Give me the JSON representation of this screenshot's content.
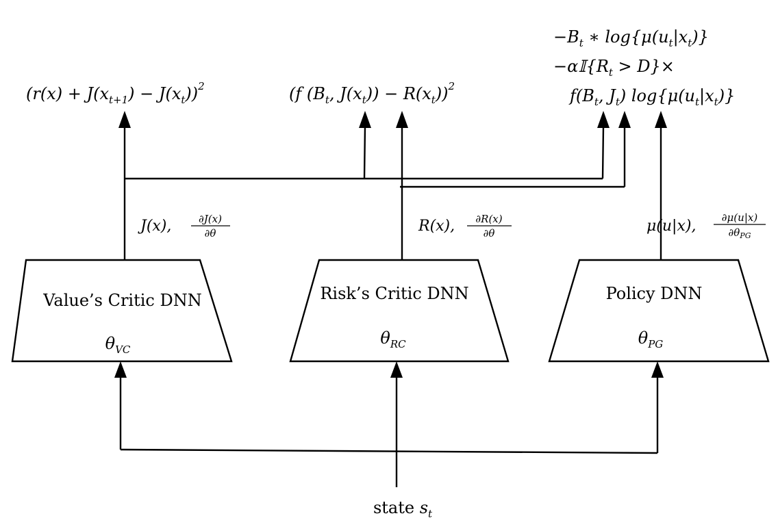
{
  "networks": {
    "value_critic": {
      "title": "Value’s Critic DNN",
      "param": "θ",
      "param_sub": "VC",
      "output": {
        "main": "J(x), ",
        "frac_num": "∂J(x)",
        "frac_den": "∂θ"
      }
    },
    "risk_critic": {
      "title": "Risk’s Critic DNN",
      "param": "θ",
      "param_sub": "RC",
      "output": {
        "main": "R(x), ",
        "frac_num": "∂R(x)",
        "frac_den": "∂θ"
      }
    },
    "policy": {
      "title": "Policy DNN",
      "param": "θ",
      "param_sub": "PG",
      "output": {
        "main": "μ(u|x), ",
        "frac_num": "∂μ(u|x)",
        "frac_den": "∂θ",
        "frac_den_sub": "PG"
      }
    }
  },
  "input": {
    "label": "state ",
    "var": "s",
    "var_sub": "t"
  },
  "losses": {
    "value": {
      "a": "(r(x) + J(x",
      "a_sub": "t+1",
      "b": ") − J(x",
      "b_sub": "t",
      "c": "))",
      "sup": "2"
    },
    "risk": {
      "a": "(f (B",
      "a_sub": "t",
      "b": ", J(x",
      "b_sub": "t",
      "c": ")) − R(x",
      "c_sub": "t",
      "d": "))",
      "sup": "2"
    },
    "policy": {
      "line1": {
        "a": "−B",
        "a_sub": "t",
        "b": " ∗ log{μ(u",
        "b_sub": "t",
        "c": "|x",
        "c_sub": "t",
        "d": ")}"
      },
      "line2": {
        "a": "−α𝕀{R",
        "a_sub": "t",
        "b": " > D}×"
      },
      "line3": {
        "a": "f(B",
        "a_sub": "t",
        "b": ", J",
        "b_sub": "t",
        "c": ") log{μ(u",
        "c_sub": "t",
        "d": "|x",
        "d_sub": "t",
        "e": ")}"
      }
    }
  }
}
